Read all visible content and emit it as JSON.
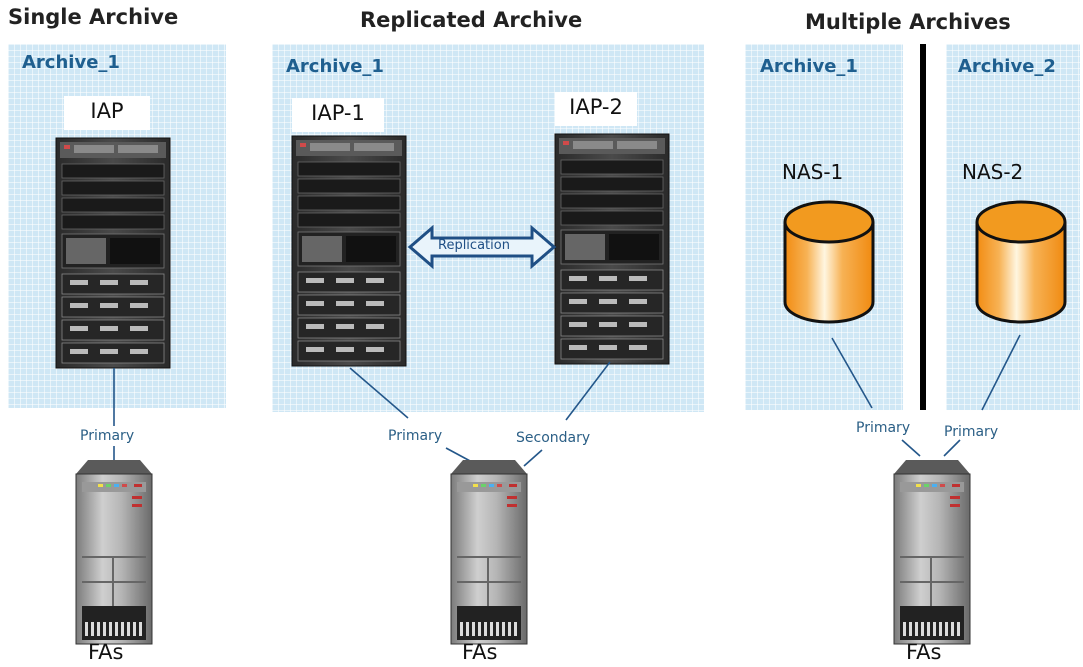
{
  "sections": {
    "single": {
      "title": "Single Archive",
      "archive": "Archive_1",
      "node": "IAP",
      "link": "Primary",
      "client": "FAs"
    },
    "replicated": {
      "title": "Replicated Archive",
      "archive": "Archive_1",
      "node_a": "IAP-1",
      "node_b": "IAP-2",
      "replication": "Replication",
      "link_primary": "Primary",
      "link_secondary": "Secondary",
      "client": "FAs"
    },
    "multiple": {
      "title": "Multiple Archives",
      "archive_a": "Archive_1",
      "archive_b": "Archive_2",
      "node_a": "NAS-1",
      "node_b": "NAS-2",
      "link_a": "Primary",
      "link_b": "Primary",
      "client": "FAs"
    }
  },
  "colors": {
    "panel": "#cfe7f5",
    "archive_text": "#1f5f8f",
    "link_text": "#2b5f86",
    "nas_orange": "#f29a1f"
  },
  "icons": {
    "server": "rack-server-icon",
    "storage": "nas-cylinder-icon",
    "client": "workstation-icon"
  }
}
